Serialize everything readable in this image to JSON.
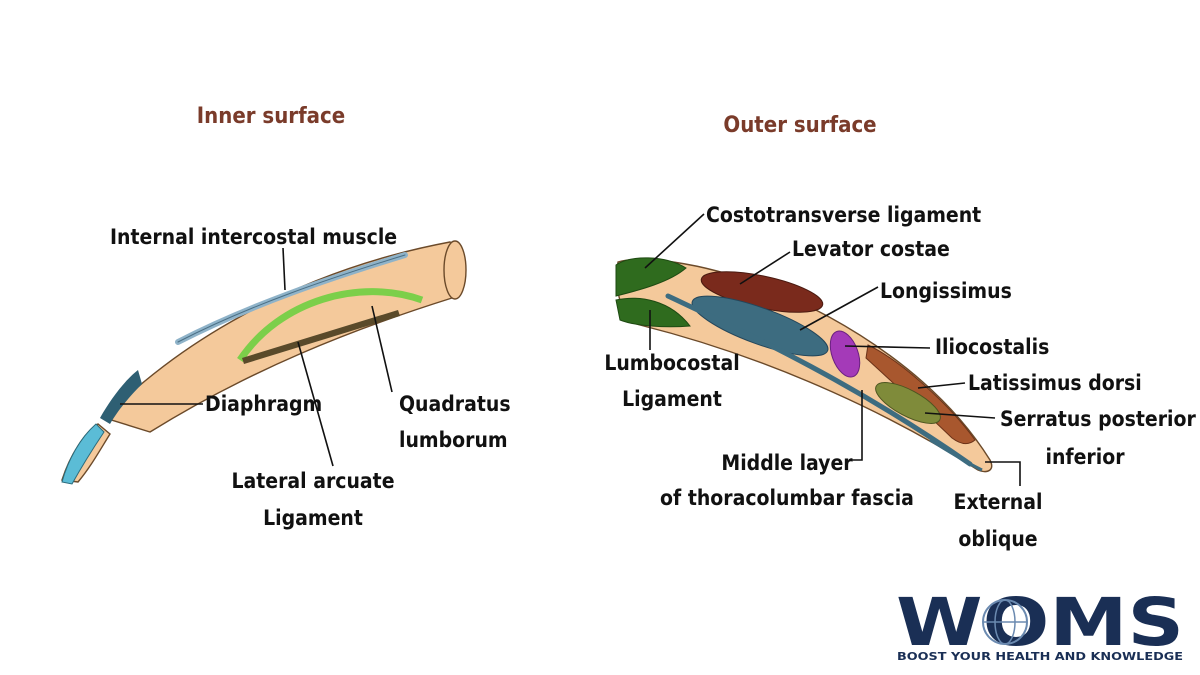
{
  "inner": {
    "title": "Inner surface",
    "labels": {
      "internal_intercostal": "Internal intercostal muscle",
      "diaphragm": "Diaphragm",
      "quadratus_1": "Quadratus",
      "quadratus_2": "lumborum",
      "lateral_arcuate_1": "Lateral arcuate",
      "lateral_arcuate_2": "Ligament"
    }
  },
  "outer": {
    "title": "Outer surface",
    "labels": {
      "costotransverse": "Costotransverse ligament",
      "levator_costae": "Levator costae",
      "longissimus": "Longissimus",
      "lumbocostal_1": "Lumbocostal",
      "lumbocostal_2": "Ligament",
      "iliocostalis": "Iliocostalis",
      "latissimus": "Latissimus dorsi",
      "serratus_1": "Serratus posterior",
      "serratus_2": "inferior",
      "middle_layer_1": "Middle layer",
      "middle_layer_2": "of thoracolumbar fascia",
      "external_1": "External",
      "external_2": "oblique"
    }
  },
  "logo": {
    "brand": "WOMS",
    "tagline": "BOOST YOUR HEALTH AND KNOWLEDGE"
  },
  "colors": {
    "title": "#7a3b2a",
    "bone": "#f4c99b",
    "intercostal": "#8fb3c9",
    "diaphragm": "#2e5f73",
    "bone_tip": "#5bbcd6",
    "quadratus": "#7ccf4a",
    "arcuate": "#5a4a2a",
    "costotransverse": "#2f6b1e",
    "levator_costae": "#7a2a1c",
    "longissimus": "#3d6c80",
    "iliocostalis": "#a43ab8",
    "latissimus": "#a8572e",
    "serratus": "#7f8b3a",
    "fascia": "#3d6c80",
    "logo_navy": "#1a2f55"
  }
}
